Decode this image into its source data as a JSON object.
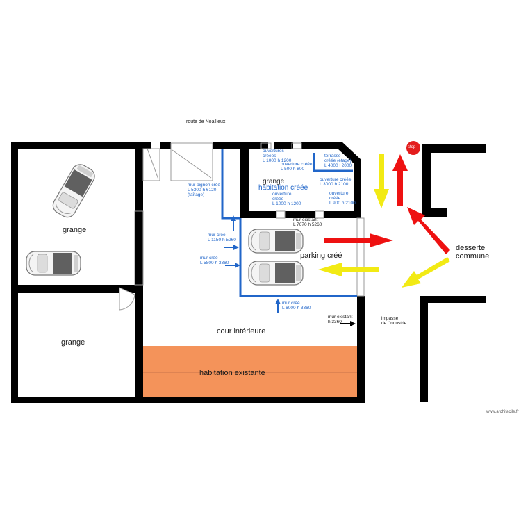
{
  "plan": {
    "road_label": "route de Noailleux",
    "rooms": {
      "grange_top": "grange",
      "grange_bottom": "grange",
      "grange_upper": "grange",
      "habitation_creee": "habitation créée",
      "parking": "parking créé",
      "cour": "cour intérieure",
      "habitation_existante": "habitation existante",
      "desserte": "desserte\ncommune",
      "impasse": "impasse\nde l'industrie"
    },
    "annotations": {
      "ouvertures_creees": "ouvertures\ncréées\nL 1000 h 1200",
      "ouverture_creee_1": "ouverture créée\nL 500 h 800",
      "terrasse": "terrasse\ncréée (étage)\nL 4000 l 2000",
      "ouverture_creee_2": "ouverture créée\nL 3000 h 2100",
      "mur_pignon": "mur pignon créé\nL 5300 h 6120\n(faîtage)",
      "ouverture_creee_3": "ouverture\ncréée\nL 1000 h 1200",
      "ouverture_creee_4": "ouverture\ncréée\nL 900 h 2100",
      "mur_existant_1": "mur existant\nL 7670 h 5260",
      "mur_cree_1": "mur créé\nL 1150 h 5260",
      "mur_cree_2": "mur créé\nL 5800 h 3360",
      "mur_cree_3": "mur créé\nL 6000 h 3360",
      "mur_existant_2": "mur existant\nh 3360"
    },
    "stop_sign": "stop",
    "watermark": "www.archifacile.fr",
    "colors": {
      "wall": "#000000",
      "new_wall": "#2166c9",
      "arrow_red": "#ee1111",
      "arrow_yellow": "#f2ea14",
      "habitation_fill": "#f4935a"
    }
  }
}
